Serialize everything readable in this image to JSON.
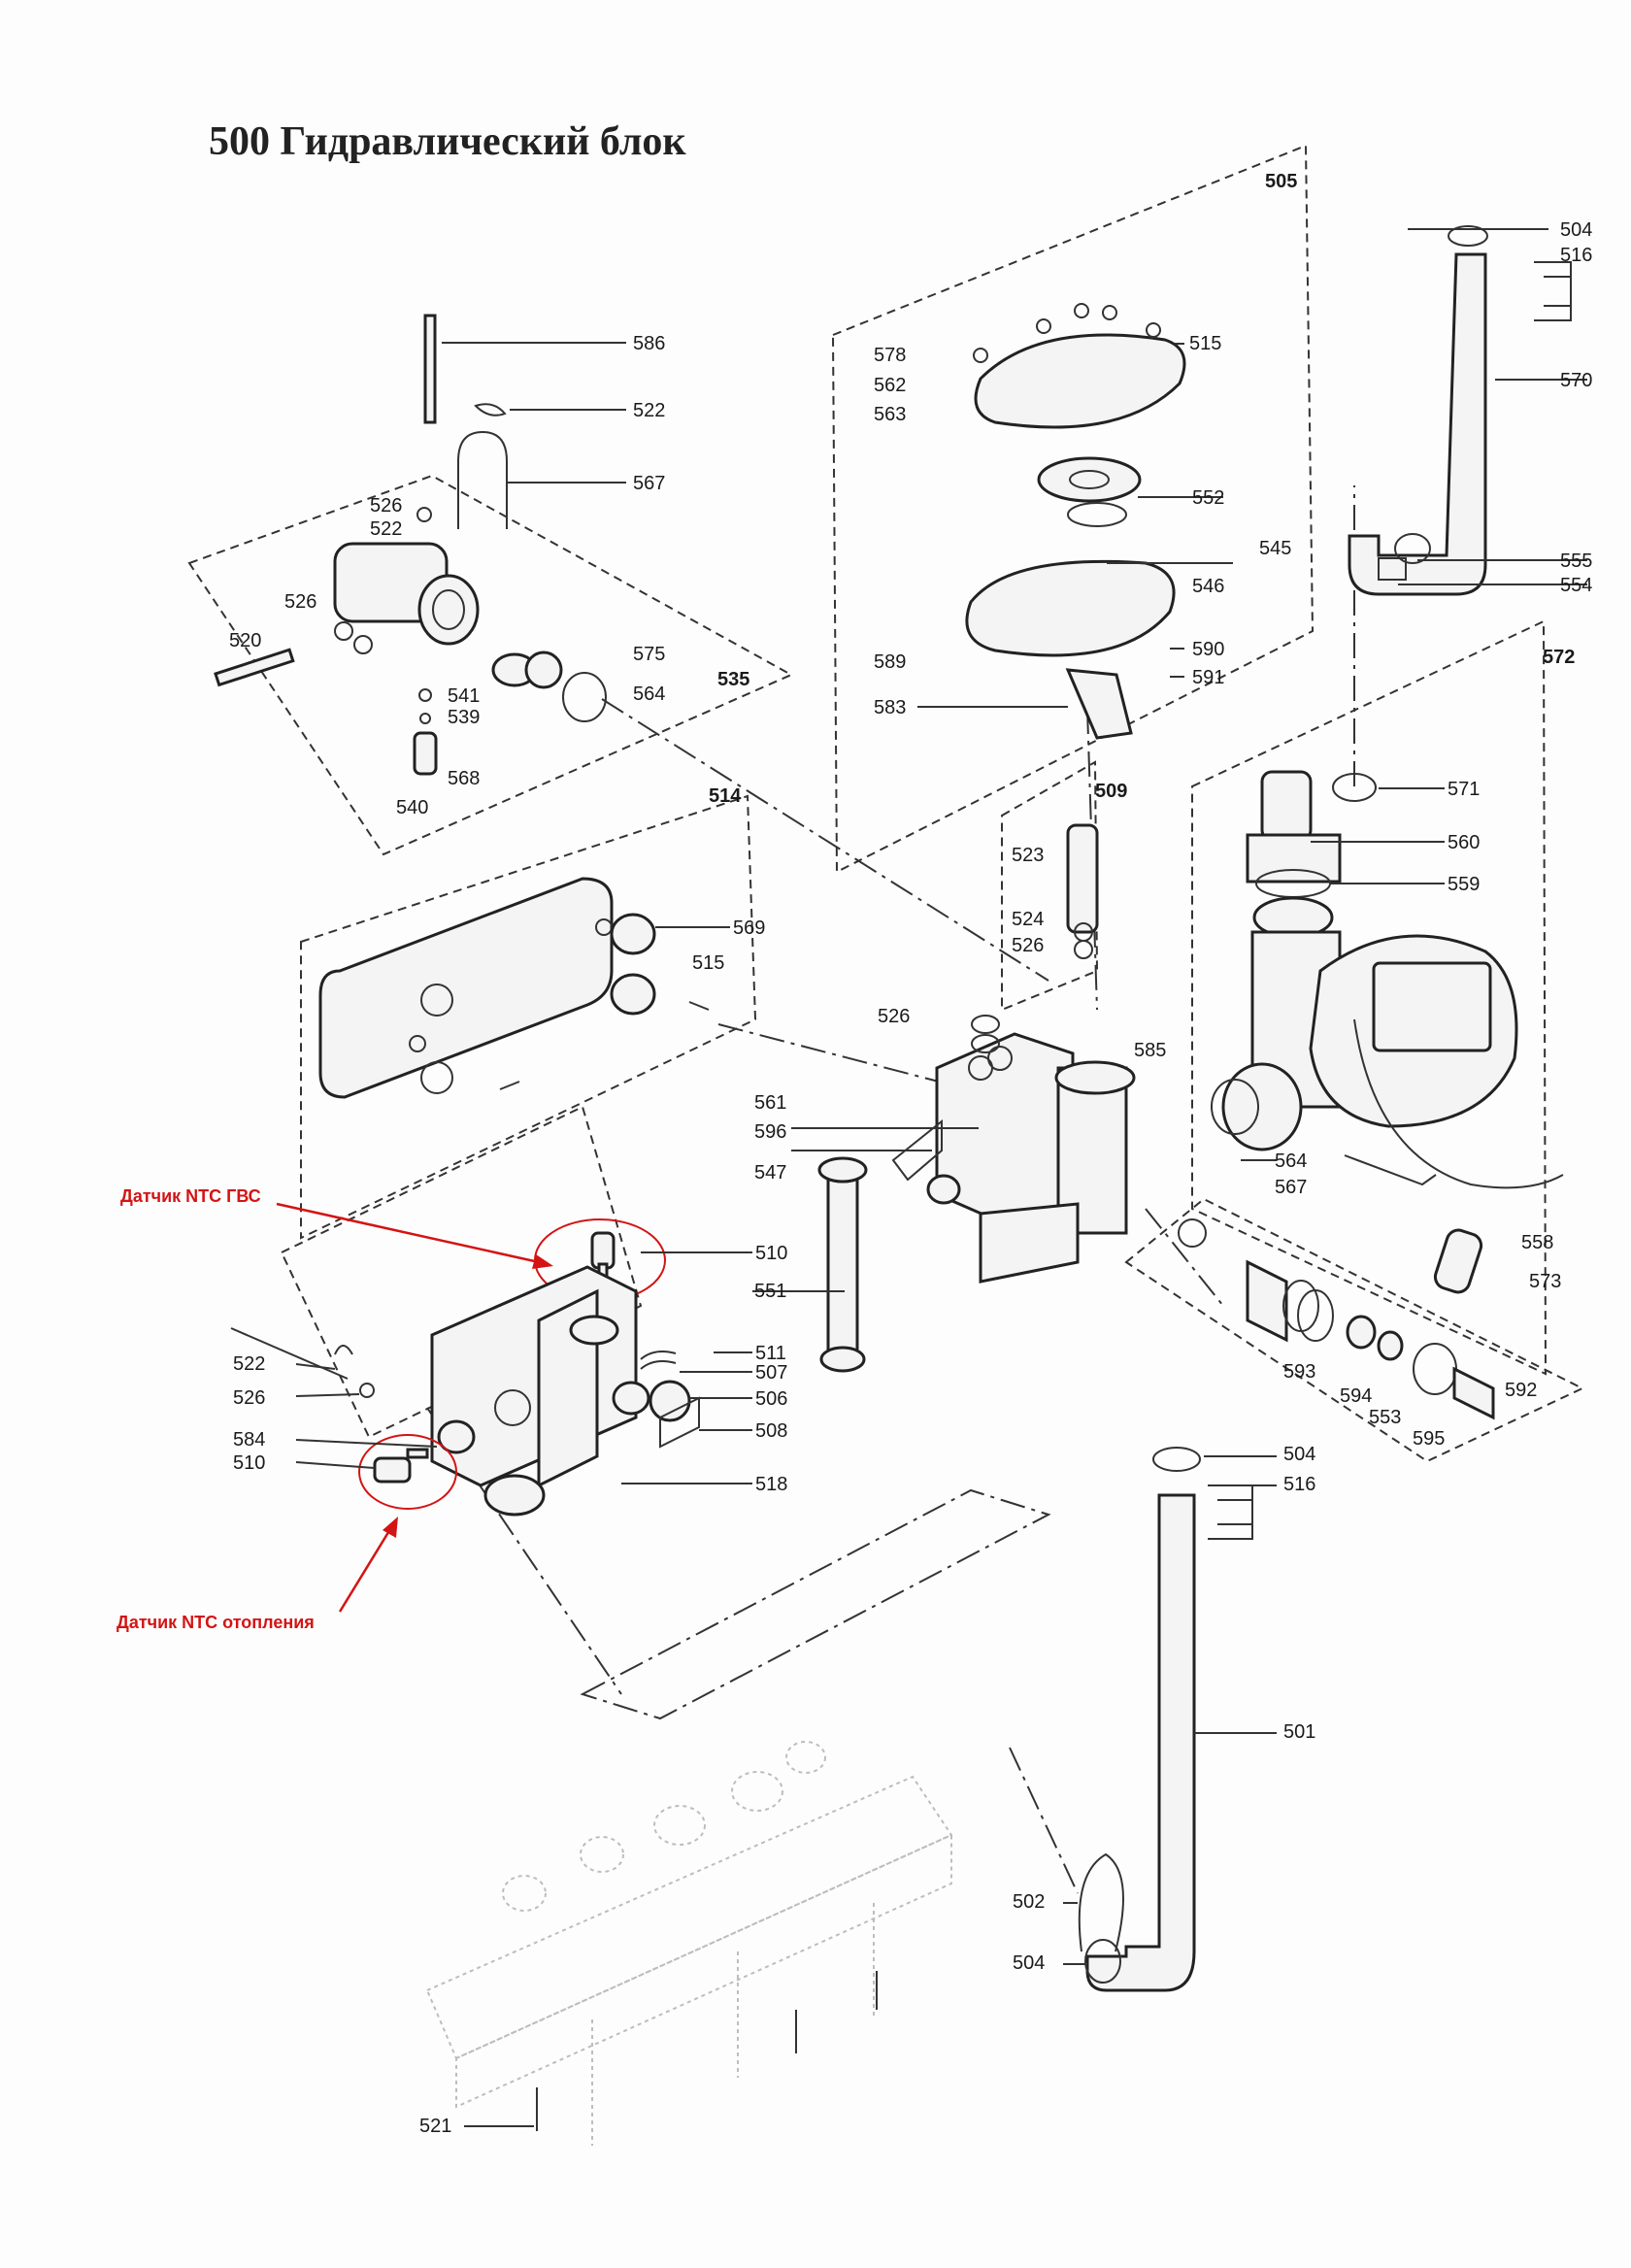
{
  "title": "500 Гидравлический блок",
  "groups": {
    "g505": "505",
    "g535": "535",
    "g514": "514",
    "g509": "509",
    "g572": "572"
  },
  "labels": {
    "l586": "586",
    "l522a": "522",
    "l567a": "567",
    "l526a": "526",
    "l522b": "522",
    "l526b": "526",
    "l520": "520",
    "l575": "575",
    "l564a": "564",
    "l541": "541",
    "l539": "539",
    "l568": "568",
    "l540": "540",
    "l578": "578",
    "l562": "562",
    "l563": "563",
    "l515a": "515",
    "l552": "552",
    "l545": "545",
    "l546": "546",
    "l589": "589",
    "l590": "590",
    "l591": "591",
    "l583": "583",
    "l504a": "504",
    "l516a": "516",
    "l570": "570",
    "l555": "555",
    "l554": "554",
    "l571": "571",
    "l560": "560",
    "l559": "559",
    "l569": "569",
    "l515b": "515",
    "l523": "523",
    "l524": "524",
    "l526c": "526",
    "l526d": "526",
    "l585": "585",
    "l561": "561",
    "l596": "596",
    "l547": "547",
    "l551": "551",
    "l510a": "510",
    "l564b": "564",
    "l567b": "567",
    "l558": "558",
    "l573": "573",
    "l593": "593",
    "l594": "594",
    "l553": "553",
    "l595": "595",
    "l592": "592",
    "l522c": "522",
    "l526e": "526",
    "l584": "584",
    "l510b": "510",
    "l511": "511",
    "l507": "507",
    "l506": "506",
    "l508": "508",
    "l518": "518",
    "l504b": "504",
    "l516b": "516",
    "l501": "501",
    "l502": "502",
    "l504c": "504",
    "l521": "521"
  },
  "annotations": {
    "ntc_dhw": "Датчик NTC ГВС",
    "ntc_heating": "Датчик NTC отопления"
  },
  "colors": {
    "annotation": "#d41414",
    "ink": "#222222"
  }
}
